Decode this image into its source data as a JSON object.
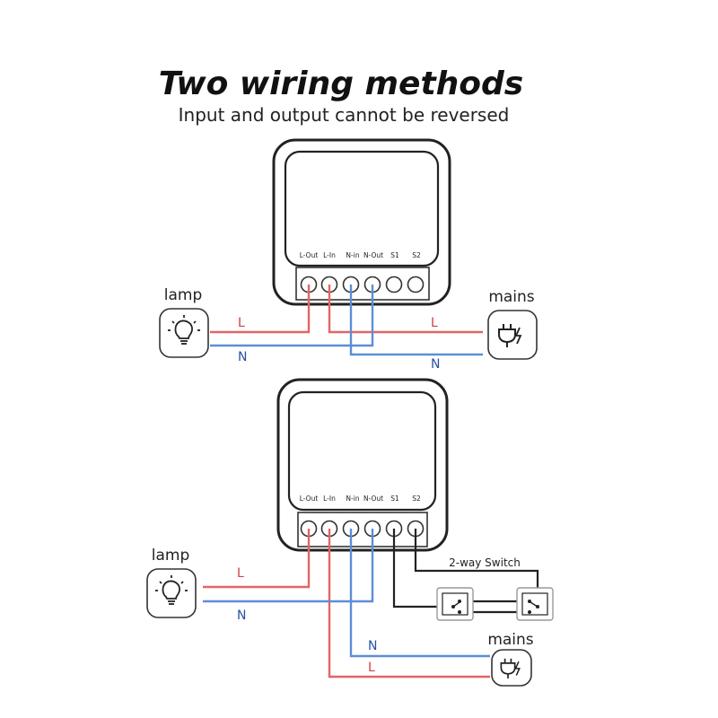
{
  "header": {
    "title": "Two wiring methods",
    "subtitle": "Input and output cannot be reversed"
  },
  "module": {
    "terminals": [
      "L-Out",
      "L-In",
      "N-in",
      "N-Out",
      "S1",
      "S2"
    ]
  },
  "diagram1": {
    "lamp_label": "lamp",
    "mains_label": "mains",
    "wire_L_left": "L",
    "wire_N_left": "N",
    "wire_L_right": "L",
    "wire_N_right": "N"
  },
  "diagram2": {
    "lamp_label": "lamp",
    "mains_label": "mains",
    "switch_label": "2-way Switch",
    "wire_L_left": "L",
    "wire_N_left": "N",
    "wire_N_mains": "N",
    "wire_L_mains": "L"
  },
  "colors": {
    "live": "#e46464",
    "neutral": "#5b8fd6",
    "switch_wire": "#222222"
  },
  "icons": {
    "lamp": "lightbulb-icon",
    "mains": "plug-icon"
  }
}
